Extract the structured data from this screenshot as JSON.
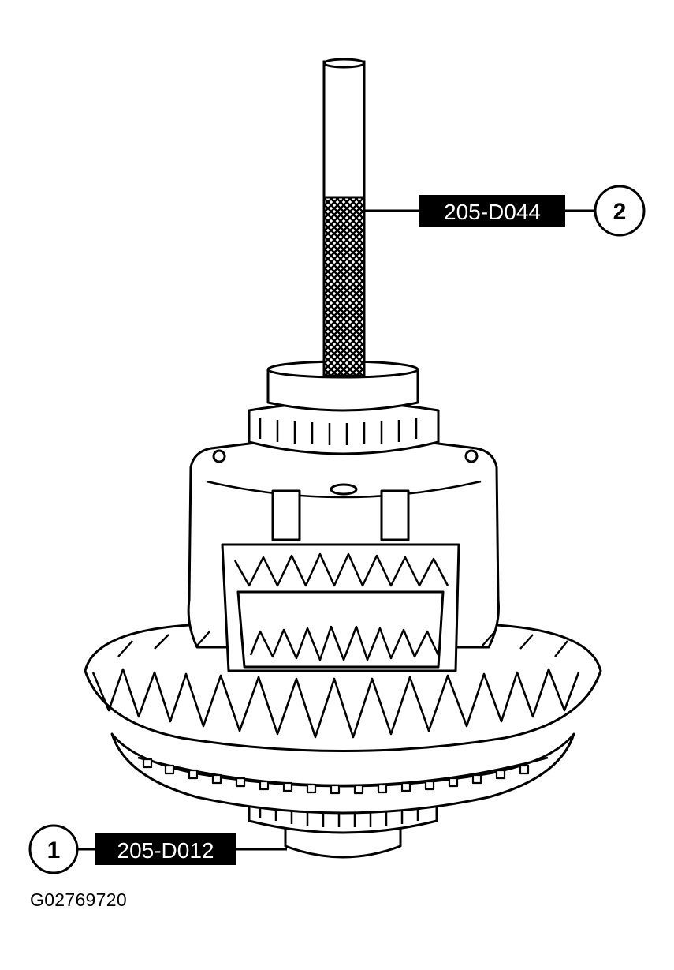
{
  "figure": {
    "id": "G02769720",
    "callouts": [
      {
        "number": "2",
        "tool": "205-D044"
      },
      {
        "number": "1",
        "tool": "205-D012"
      }
    ]
  },
  "colors": {
    "ink": "#000000",
    "paper": "#ffffff"
  },
  "icons": {
    "installer": "knurled-drift-handle-icon",
    "assembly": "differential-case-with-ring-gear-icon",
    "base": "bearing-cup-support-icon"
  }
}
